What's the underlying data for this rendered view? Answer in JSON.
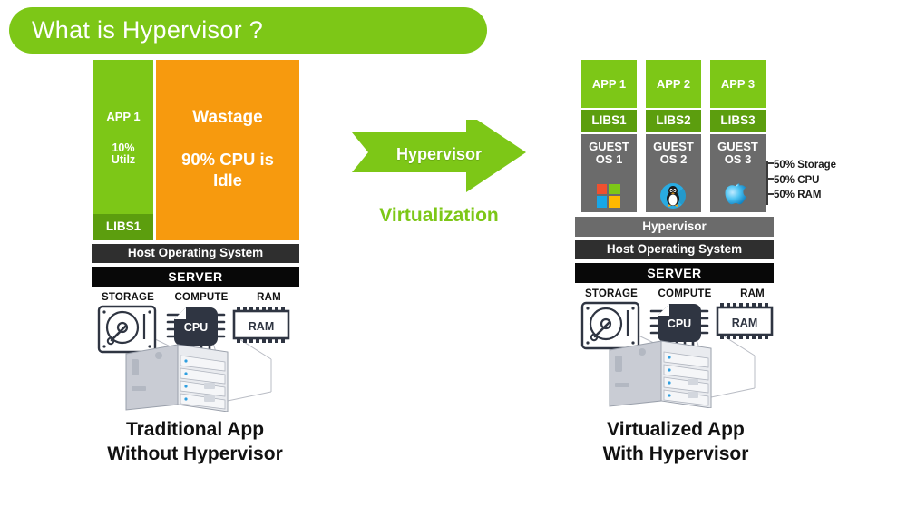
{
  "title": {
    "text": "What is Hypervisor ?",
    "banner_color": "#7DC717"
  },
  "colors": {
    "green": "#7DC717",
    "olive": "#5C9E0E",
    "orange": "#F79A0E",
    "gray": "#6b6b6b",
    "dark_gray": "#2f2f2f",
    "black": "#080808"
  },
  "left_panel": {
    "app": {
      "name": "APP 1",
      "util_line1": "10%",
      "util_line2": "Utilz"
    },
    "libs": "LIBS1",
    "wastage": {
      "title": "Wastage",
      "line1": "90% CPU is",
      "line2": "Idle"
    },
    "host_os": "Host Operating System",
    "server": "SERVER",
    "caption_line1": "Traditional App",
    "caption_line2": "Without Hypervisor"
  },
  "center": {
    "arrow_label": "Hypervisor",
    "virtualization_label": "Virtualization"
  },
  "right_panel": {
    "vms": [
      {
        "app": "APP 1",
        "libs": "LIBS1",
        "guest_line1": "GUEST",
        "guest_line2": "OS 1",
        "os_icon": "windows-logo"
      },
      {
        "app": "APP 2",
        "libs": "LIBS2",
        "guest_line1": "GUEST",
        "guest_line2": "OS 2",
        "os_icon": "linux-tux-logo"
      },
      {
        "app": "APP 3",
        "libs": "LIBS3",
        "guest_line1": "GUEST",
        "guest_line2": "OS 3",
        "os_icon": "apple-logo"
      }
    ],
    "hypervisor": "Hypervisor",
    "host_os": "Host Operating System",
    "server": "SERVER",
    "resources": [
      "50% Storage",
      "50% CPU",
      "50% RAM"
    ],
    "caption_line1": "Virtualized App",
    "caption_line2": "With Hypervisor"
  },
  "hardware": {
    "labels": [
      "STORAGE",
      "COMPUTE",
      "RAM"
    ],
    "icons": [
      "hard-disk-icon",
      "cpu-chip-icon",
      "ram-module-icon",
      "server-rack-icon"
    ],
    "cpu_text": "CPU",
    "ram_text": "RAM"
  }
}
